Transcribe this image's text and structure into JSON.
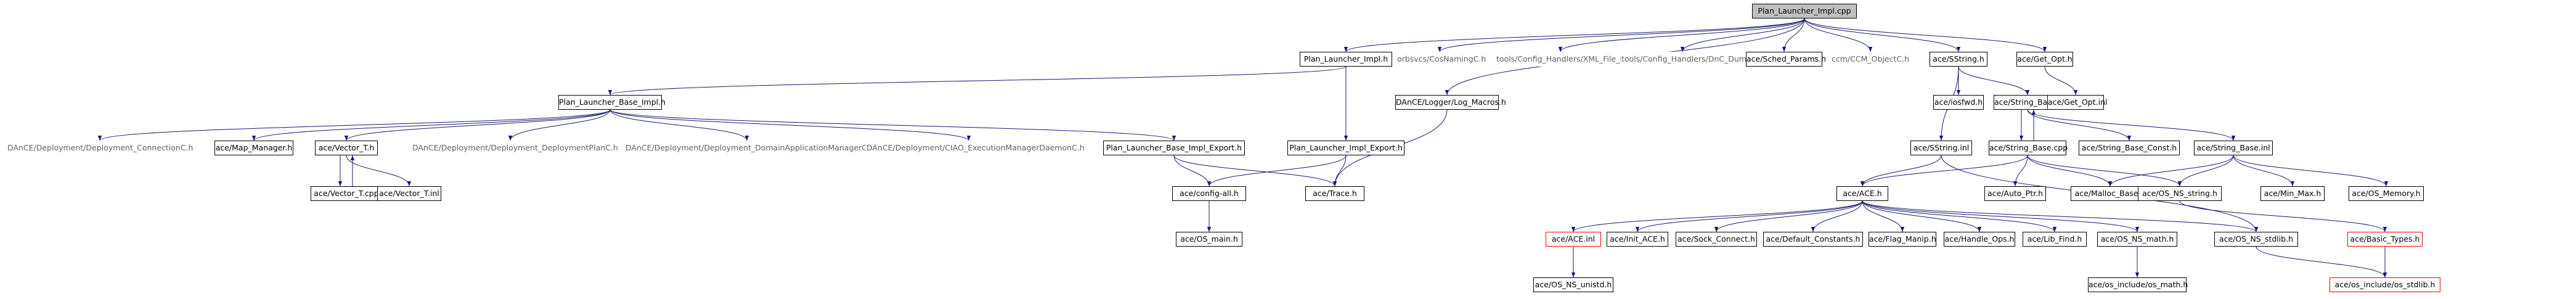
{
  "nodes": [
    {
      "id": "root",
      "label": "Plan_Launcher_Impl.cpp",
      "style": "root"
    },
    {
      "id": "pli_h",
      "label": "Plan_Launcher_Impl.h",
      "style": "box"
    },
    {
      "id": "orbsvcs",
      "label": "orbsvcs/CosNamingC.h",
      "style": "plain"
    },
    {
      "id": "xml_file",
      "label": "tools/Config_Handlers/XML_File_Intf.h",
      "style": "plain"
    },
    {
      "id": "dnc_dump",
      "label": "tools/Config_Handlers/DnC_Dump.h",
      "style": "plain"
    },
    {
      "id": "sched",
      "label": "ace/Sched_Params.h",
      "style": "box"
    },
    {
      "id": "ccm",
      "label": "ccm/CCM_ObjectC.h",
      "style": "plain"
    },
    {
      "id": "sstring_h",
      "label": "ace/SString.h",
      "style": "box"
    },
    {
      "id": "get_opt_h",
      "label": "ace/Get_Opt.h",
      "style": "box"
    },
    {
      "id": "plbi_h",
      "label": "Plan_Launcher_Base_Impl.h",
      "style": "box"
    },
    {
      "id": "log_macros",
      "label": "DAnCE/Logger/Log_Macros.h",
      "style": "box"
    },
    {
      "id": "iosfwd",
      "label": "ace/iosfwd.h",
      "style": "box"
    },
    {
      "id": "string_base_h",
      "label": "ace/String_Base.h",
      "style": "box"
    },
    {
      "id": "get_opt_inl",
      "label": "ace/Get_Opt.inl",
      "style": "box"
    },
    {
      "id": "conn_c",
      "label": "DAnCE/Deployment/Deployment_ConnectionC.h",
      "style": "plain"
    },
    {
      "id": "map_manager",
      "label": "ace/Map_Manager.h",
      "style": "box"
    },
    {
      "id": "vector_t_h",
      "label": "ace/Vector_T.h",
      "style": "box"
    },
    {
      "id": "dpc",
      "label": "DAnCE/Deployment/Deployment_DeploymentPlanC.h",
      "style": "plain"
    },
    {
      "id": "dam",
      "label": "DAnCE/Deployment/Deployment_DomainApplicationManagerC.h",
      "style": "plain"
    },
    {
      "id": "eman",
      "label": "DAnCE/Deployment/CIAO_ExecutionManagerDaemonC.h",
      "style": "plain"
    },
    {
      "id": "plbi_export",
      "label": "Plan_Launcher_Base_Impl_Export.h",
      "style": "box"
    },
    {
      "id": "pli_export",
      "label": "Plan_Launcher_Impl_Export.h",
      "style": "box"
    },
    {
      "id": "sstring_inl",
      "label": "ace/SString.inl",
      "style": "box"
    },
    {
      "id": "string_base_cpp",
      "label": "ace/String_Base.cpp",
      "style": "box"
    },
    {
      "id": "string_base_const",
      "label": "ace/String_Base_Const.h",
      "style": "box"
    },
    {
      "id": "string_base_inl",
      "label": "ace/String_Base.inl",
      "style": "box"
    },
    {
      "id": "vector_t_cpp",
      "label": "ace/Vector_T.cpp",
      "style": "box"
    },
    {
      "id": "vector_t_inl",
      "label": "ace/Vector_T.inl",
      "style": "box"
    },
    {
      "id": "config_all",
      "label": "ace/config-all.h",
      "style": "box"
    },
    {
      "id": "trace",
      "label": "ace/Trace.h",
      "style": "box"
    },
    {
      "id": "ace_h",
      "label": "ace/ACE.h",
      "style": "box"
    },
    {
      "id": "auto_ptr",
      "label": "ace/Auto_Ptr.h",
      "style": "box"
    },
    {
      "id": "malloc_base",
      "label": "ace/Malloc_Base.h",
      "style": "box"
    },
    {
      "id": "os_ns_string",
      "label": "ace/OS_NS_string.h",
      "style": "box"
    },
    {
      "id": "min_max",
      "label": "ace/Min_Max.h",
      "style": "box"
    },
    {
      "id": "os_memory",
      "label": "ace/OS_Memory.h",
      "style": "box"
    },
    {
      "id": "os_main",
      "label": "ace/OS_main.h",
      "style": "box"
    },
    {
      "id": "ace_inl",
      "label": "ace/ACE.inl",
      "style": "red"
    },
    {
      "id": "init_ace",
      "label": "ace/Init_ACE.h",
      "style": "box"
    },
    {
      "id": "sock_connect",
      "label": "ace/Sock_Connect.h",
      "style": "box"
    },
    {
      "id": "default_constants",
      "label": "ace/Default_Constants.h",
      "style": "box"
    },
    {
      "id": "flag_manip",
      "label": "ace/Flag_Manip.h",
      "style": "box"
    },
    {
      "id": "handle_ops",
      "label": "ace/Handle_Ops.h",
      "style": "box"
    },
    {
      "id": "lib_find",
      "label": "ace/Lib_Find.h",
      "style": "box"
    },
    {
      "id": "os_ns_math",
      "label": "ace/OS_NS_math.h",
      "style": "box"
    },
    {
      "id": "os_ns_stdlib",
      "label": "ace/OS_NS_stdlib.h",
      "style": "box"
    },
    {
      "id": "basic_types",
      "label": "ace/Basic_Types.h",
      "style": "red"
    },
    {
      "id": "os_ns_unistd",
      "label": "ace/OS_NS_unistd.h",
      "style": "box"
    },
    {
      "id": "os_math",
      "label": "ace/os_include/os_math.h",
      "style": "box"
    },
    {
      "id": "os_stdlib",
      "label": "ace/os_include/os_stdlib.h",
      "style": "red"
    }
  ],
  "edges": [
    [
      "root",
      "pli_h"
    ],
    [
      "root",
      "orbsvcs"
    ],
    [
      "root",
      "xml_file"
    ],
    [
      "root",
      "dnc_dump"
    ],
    [
      "root",
      "sched"
    ],
    [
      "root",
      "ccm"
    ],
    [
      "root",
      "sstring_h"
    ],
    [
      "root",
      "get_opt_h"
    ],
    [
      "root",
      "log_macros"
    ],
    [
      "pli_h",
      "plbi_h"
    ],
    [
      "pli_h",
      "pli_export"
    ],
    [
      "plbi_h",
      "conn_c"
    ],
    [
      "plbi_h",
      "map_manager"
    ],
    [
      "plbi_h",
      "vector_t_h"
    ],
    [
      "plbi_h",
      "dpc"
    ],
    [
      "plbi_h",
      "dam"
    ],
    [
      "plbi_h",
      "eman"
    ],
    [
      "plbi_h",
      "plbi_export"
    ],
    [
      "vector_t_h",
      "vector_t_cpp"
    ],
    [
      "vector_t_cpp",
      "vector_t_h"
    ],
    [
      "vector_t_h",
      "vector_t_inl"
    ],
    [
      "plbi_export",
      "config_all"
    ],
    [
      "plbi_export",
      "trace"
    ],
    [
      "pli_export",
      "config_all"
    ],
    [
      "pli_export",
      "trace"
    ],
    [
      "log_macros",
      "trace"
    ],
    [
      "config_all",
      "os_main"
    ],
    [
      "sstring_h",
      "iosfwd"
    ],
    [
      "sstring_h",
      "string_base_h"
    ],
    [
      "sstring_h",
      "sstring_inl"
    ],
    [
      "get_opt_h",
      "get_opt_inl"
    ],
    [
      "string_base_h",
      "string_base_cpp"
    ],
    [
      "string_base_cpp",
      "string_base_h"
    ],
    [
      "string_base_h",
      "string_base_const"
    ],
    [
      "string_base_h",
      "string_base_inl"
    ],
    [
      "sstring_inl",
      "ace_h"
    ],
    [
      "sstring_inl",
      "os_ns_stdlib"
    ],
    [
      "string_base_cpp",
      "ace_h"
    ],
    [
      "string_base_cpp",
      "auto_ptr"
    ],
    [
      "string_base_cpp",
      "malloc_base"
    ],
    [
      "string_base_cpp",
      "os_ns_string"
    ],
    [
      "string_base_inl",
      "malloc_base"
    ],
    [
      "string_base_inl",
      "os_ns_string"
    ],
    [
      "string_base_inl",
      "min_max"
    ],
    [
      "string_base_inl",
      "os_memory"
    ],
    [
      "os_ns_string",
      "basic_types"
    ],
    [
      "basic_types",
      "os_stdlib"
    ],
    [
      "ace_h",
      "ace_inl"
    ],
    [
      "ace_h",
      "init_ace"
    ],
    [
      "ace_h",
      "sock_connect"
    ],
    [
      "ace_h",
      "default_constants"
    ],
    [
      "ace_h",
      "flag_manip"
    ],
    [
      "ace_h",
      "handle_ops"
    ],
    [
      "ace_h",
      "lib_find"
    ],
    [
      "ace_h",
      "os_ns_math"
    ],
    [
      "ace_h",
      "os_ns_stdlib"
    ],
    [
      "ace_inl",
      "os_ns_unistd"
    ],
    [
      "os_ns_math",
      "os_math"
    ],
    [
      "os_ns_stdlib",
      "os_stdlib"
    ]
  ]
}
